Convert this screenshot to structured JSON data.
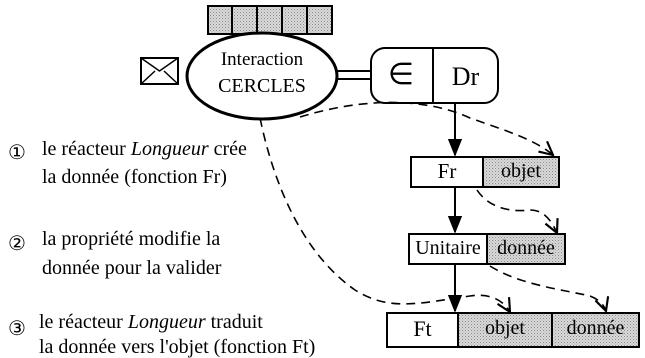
{
  "interaction": {
    "line1": "Interaction",
    "line2": "CERCLES"
  },
  "property": {
    "symbol": "∈",
    "name": "Dr"
  },
  "fr": {
    "name": "Fr",
    "field": "objet"
  },
  "unitaire": {
    "name": "Unitaire",
    "field": "donnée"
  },
  "ft": {
    "name": "Ft",
    "field1": "objet",
    "field2": "donnée"
  },
  "steps": [
    {
      "marker": "①",
      "pre": "le réacteur ",
      "emph": "Longueur",
      "post": " crée",
      "line2": "la donnée (fonction Fr)"
    },
    {
      "marker": "②",
      "line1": "la propriété modifie la",
      "line2": "donnée pour la valider"
    },
    {
      "marker": "③",
      "pre": "le réacteur ",
      "emph": "Longueur",
      "post": " traduit",
      "line2": "la donnée vers l'objet (fonction Ft)"
    }
  ],
  "icons": [
    "envelope-icon"
  ]
}
